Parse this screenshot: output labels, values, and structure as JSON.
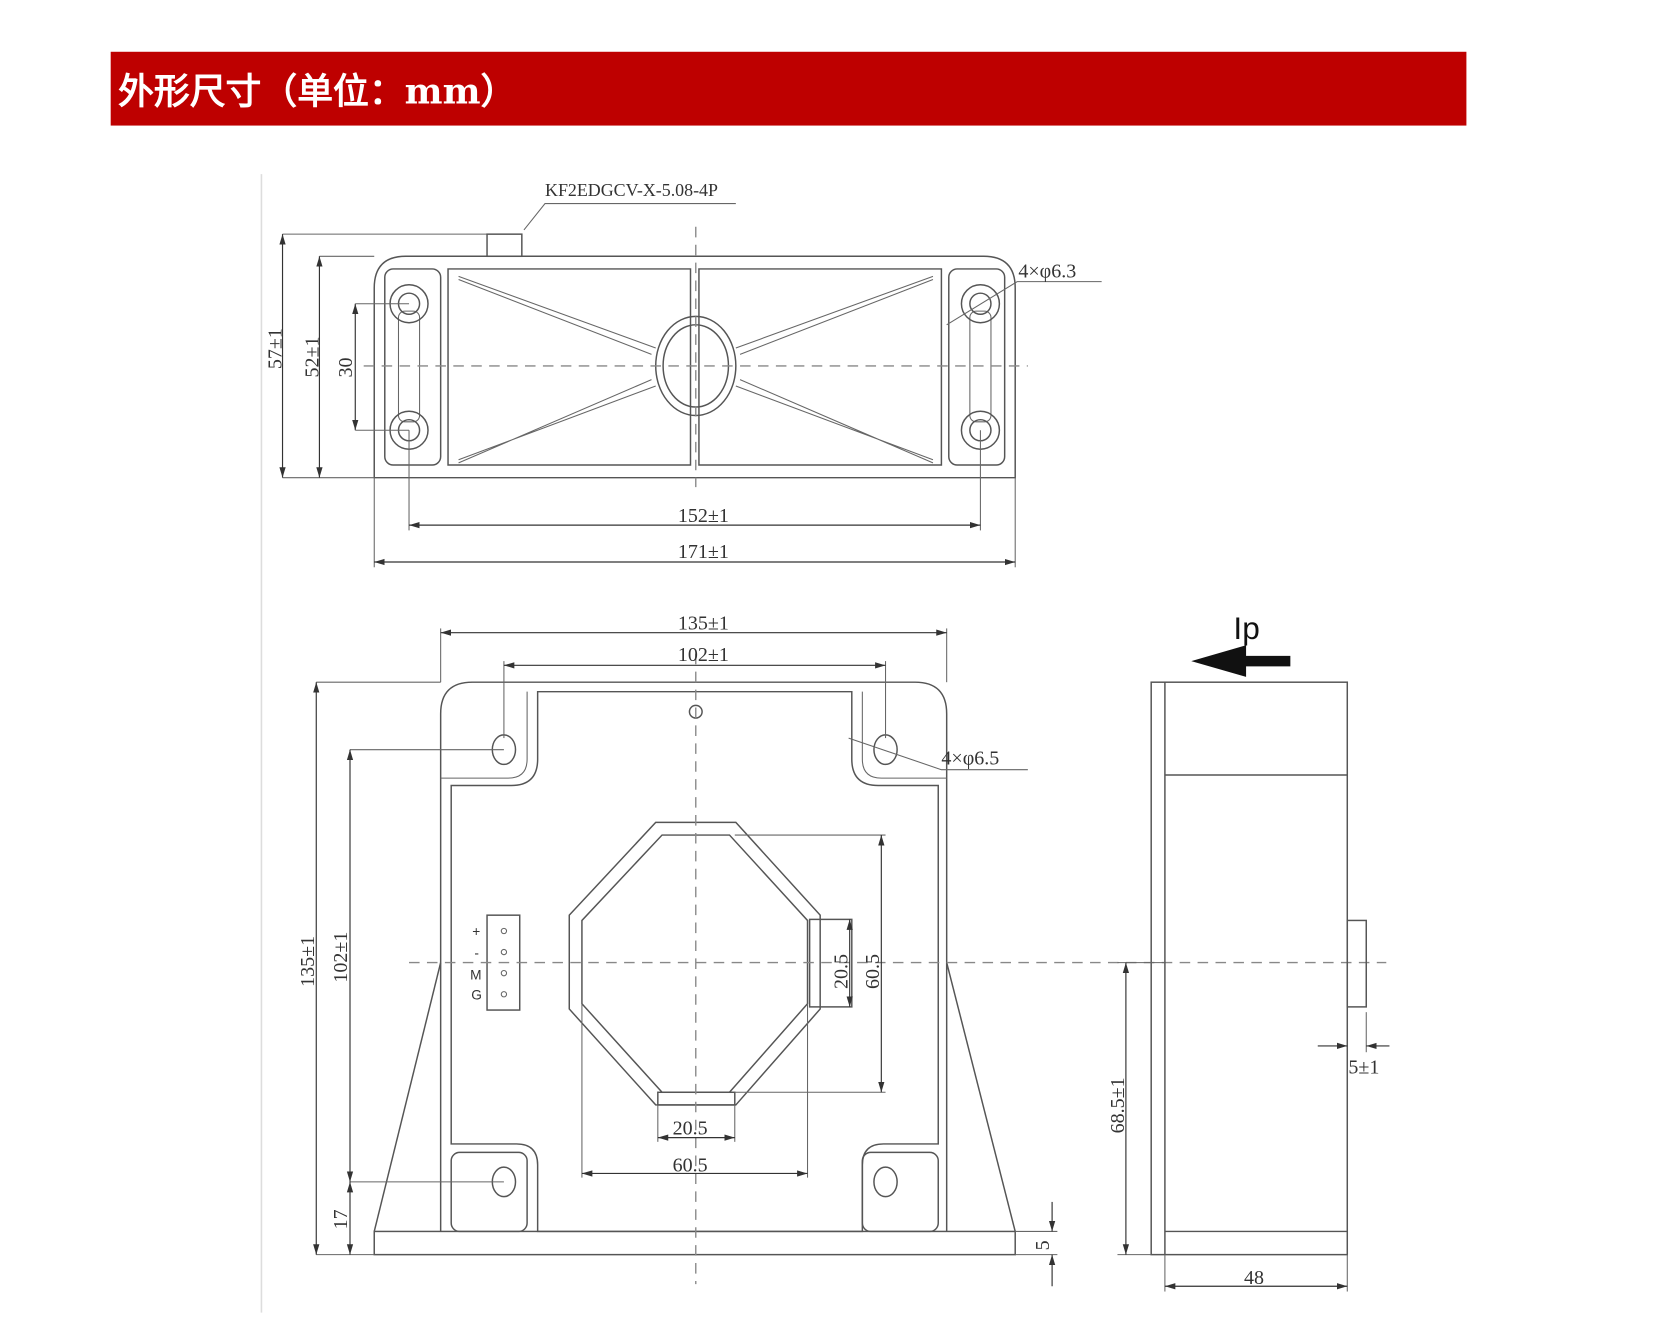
{
  "header": {
    "title": "外形尺寸（单位：mm）",
    "color": "#BE0000"
  },
  "top_view": {
    "connector_label": "KF2EDGCV-X-5.08-4P",
    "holes_label": "4×φ6.3",
    "dim_height_total": "57±1",
    "dim_height_body": "52±1",
    "dim_hole_pitch_v": "30",
    "dim_hole_pitch_h": "152±1",
    "dim_width": "171±1"
  },
  "front_view": {
    "dim_width": "135±1",
    "dim_hole_pitch_h": "102±1",
    "holes_label": "4×φ6.5",
    "dim_height": "135±1",
    "dim_hole_pitch_v": "102±1",
    "dim_hole_to_base": "17",
    "dim_base_thickness": "5",
    "dim_window_v": "60.5",
    "dim_notch_v": "20.5",
    "dim_notch_h": "20.5",
    "dim_window_h": "60.5",
    "pins": [
      "+",
      "-",
      "M",
      "G"
    ]
  },
  "side_view": {
    "current_label": "Ip",
    "dim_center_height": "68.5±1",
    "dim_depth": "48",
    "dim_tab": "5±1"
  }
}
